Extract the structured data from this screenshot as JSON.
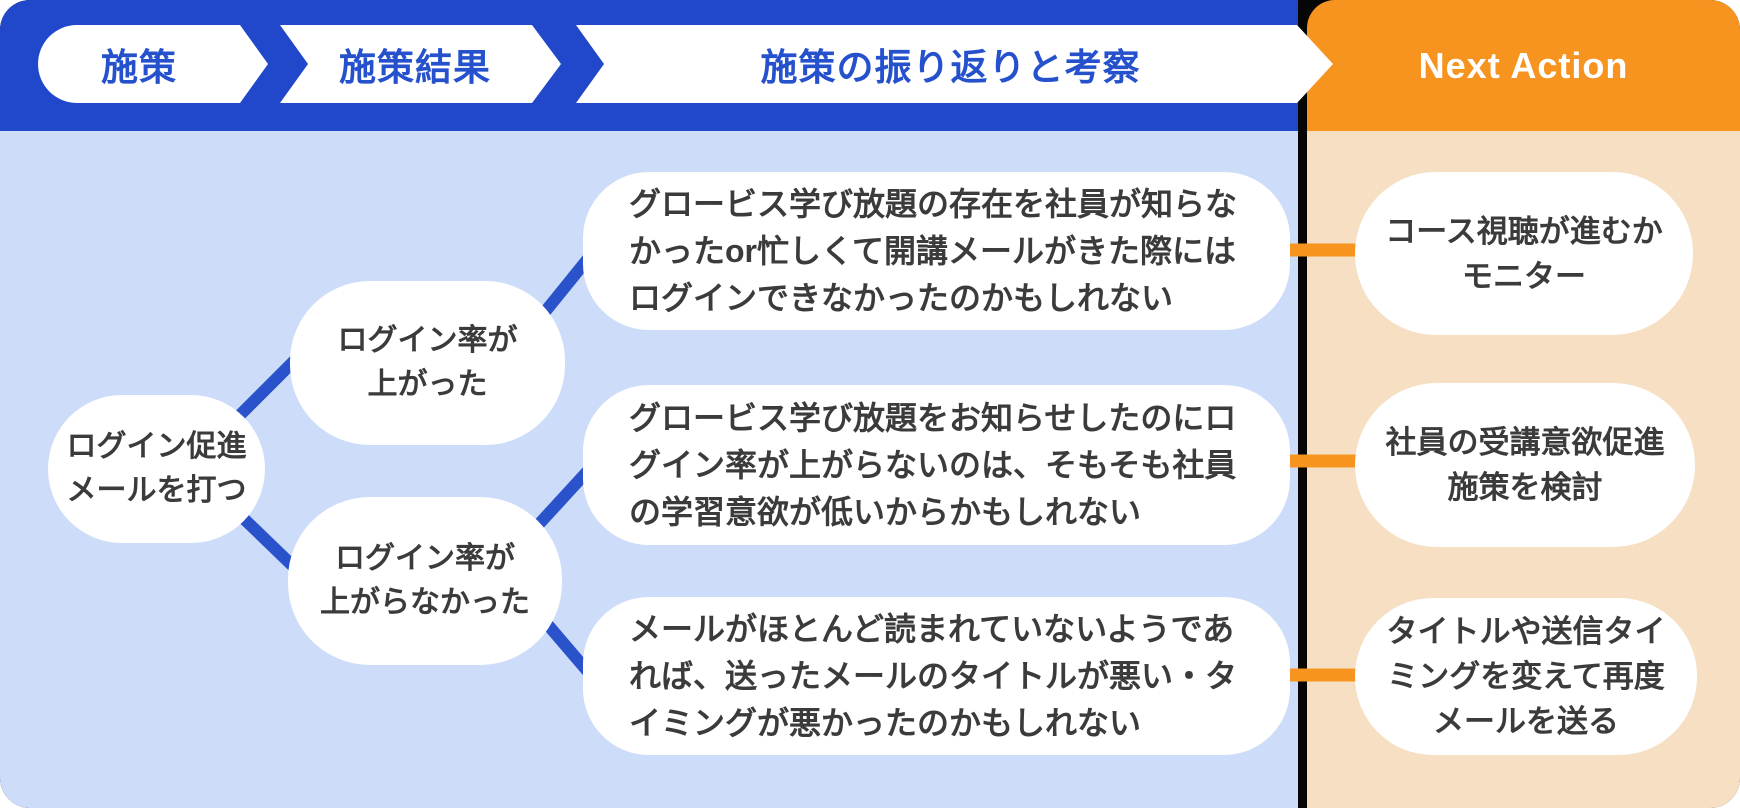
{
  "header": {
    "steps": [
      {
        "label": "施策"
      },
      {
        "label": "施策結果"
      },
      {
        "label": "施策の振り返りと考察"
      }
    ],
    "next_action_label": "Next Action"
  },
  "diagram": {
    "measure": "ログイン促進\nメールを打つ",
    "results": [
      "ログイン率が\n上がった",
      "ログイン率が\n上がらなかった"
    ],
    "reflections": [
      "グロービス学び放題の存在を社員が知らな\nかったor忙しくて開講メールがきた際には\nログインできなかったのかもしれない",
      "グロービス学び放題をお知らせしたのにロ\nグイン率が上がらないのは、そもそも社員\nの学習意欲が低いからかもしれない",
      "メールがほとんど読まれていないようであ\nれば、送ったメールのタイトルが悪い・タ\nイミングが悪かったのかもしれない"
    ],
    "next_actions": [
      "コース視聴が進むか\nモニター",
      "社員の受講意欲促進\n施策を検討",
      "タイトルや送信タイ\nミングを変えて再度\nメールを送る"
    ]
  },
  "colors": {
    "header-blue": "#2148cb",
    "panel-blue": "#ccdcf9",
    "step-text-blue": "#2551cd",
    "connector-blue": "#2a52cb",
    "header-orange": "#f79420",
    "panel-orange": "#f6dfc2",
    "connector-orange": "#f79420",
    "divider-black": "#060606",
    "bubble-white": "#ffffff",
    "text-dark": "#3b3b3b",
    "next-action-text": "#ffffff"
  }
}
